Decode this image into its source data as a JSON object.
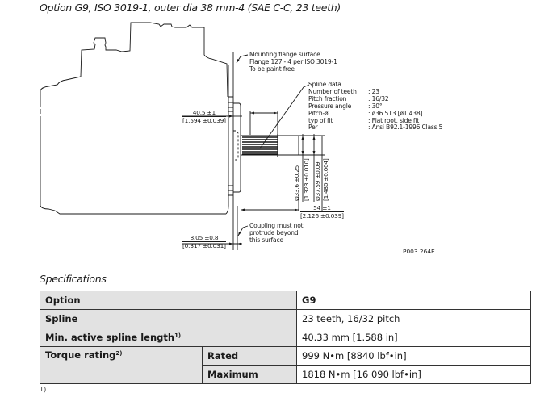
{
  "title": "Option G9, ISO 3019-1, outer dia 38 mm-4 (SAE C-C, 23 teeth)",
  "drawing": {
    "mounting_note": [
      "Mounting flange surface",
      "Flange 127 - 4 per ISO 3019-1",
      "To be paint free"
    ],
    "spline_data": {
      "heading": "Spline data",
      "rows": [
        {
          "label": "Number of teeth",
          "value": ": 23"
        },
        {
          "label": "Pitch fraction",
          "value": ": 16/32"
        },
        {
          "label": "Pressure angle",
          "value": ": 30°"
        },
        {
          "label": "Pitch-ø",
          "value": ": ø36.513 [ø1.438]"
        },
        {
          "label": "typ of fit",
          "value": ": Flat root, side fit"
        },
        {
          "label": "Per",
          "value": ": Ansi B92.1-1996 Class 5"
        }
      ]
    },
    "dims": {
      "d40_top": "40.5 ±1",
      "d40_bottom": "[1.594 ±0.039]",
      "d54_top": "54 ±1",
      "d54_bottom": "[2.126 ±0.039]",
      "d8_top": "8.05 ±0.8",
      "d8_bottom": "[0.317 ±0.031]",
      "v1": "Ø33.6 ±0.25",
      "v2": "[1.323 ±0.010]",
      "v3": "Ø37.59 ±0.09",
      "v4": "[1.480 ±0.004]"
    },
    "coupling_note": [
      "Coupling must not",
      "protrude beyond",
      "this surface"
    ],
    "reference": "P003 264E"
  },
  "specifications": {
    "title": "Specifications",
    "rows": {
      "option": {
        "label": "Option",
        "value": "G9"
      },
      "spline": {
        "label": "Spline",
        "value": "23 teeth, 16/32 pitch"
      },
      "min_length": {
        "label": "Min. active spline length",
        "sup": "1)",
        "value": "40.33 mm [1.588 in]"
      },
      "torque": {
        "label": "Torque rating",
        "sup": "2)",
        "rated_label": "Rated",
        "rated_value": "999 N•m [8840 lbf•in]",
        "max_label": "Maximum",
        "max_value": "1818 N•m [16 090 lbf•in]"
      }
    },
    "footnote_marker": "1)"
  }
}
